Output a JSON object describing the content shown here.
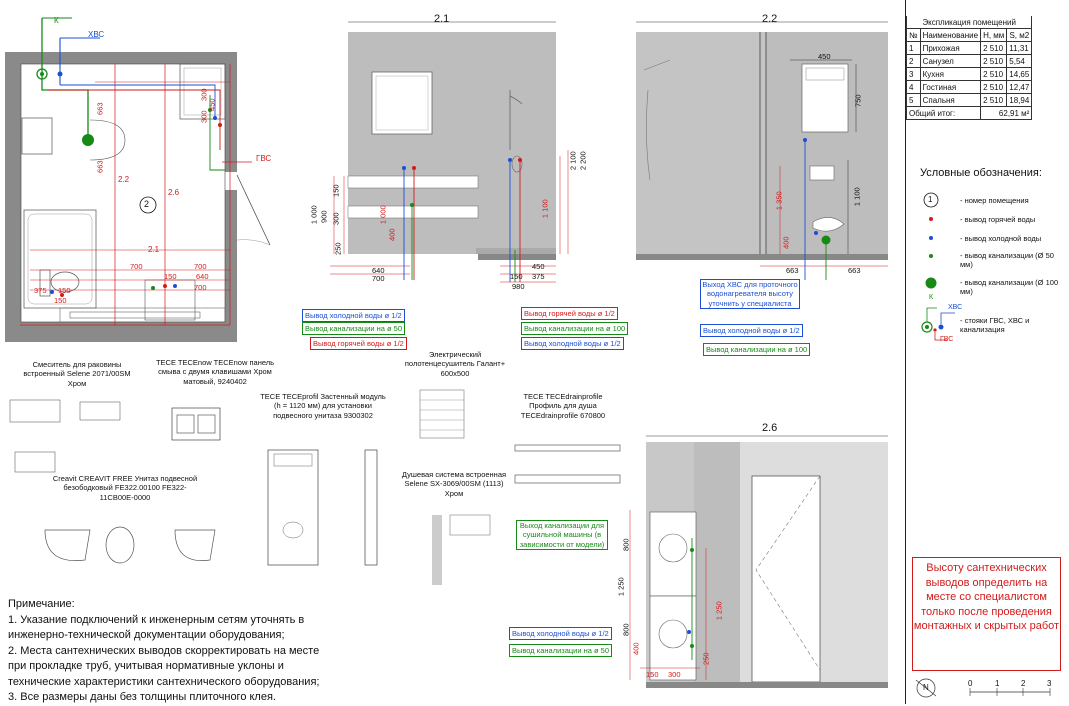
{
  "plan": {
    "labels": {
      "k": "К",
      "hvs": "ХВС",
      "gvs": "ГВС",
      "room_number": "2",
      "view_22": "2.2",
      "view_26": "2.6",
      "view_21": "2.1",
      "dims": [
        "663",
        "663",
        "300",
        "300",
        "450",
        "700",
        "700",
        "640",
        "150",
        "700",
        "375",
        "150",
        "150"
      ]
    }
  },
  "views": {
    "v21": {
      "title": "2.1",
      "dims": [
        "1 000",
        "900",
        "300",
        "150",
        "250",
        "400",
        "1 000",
        "1 100",
        "2 100",
        "2 200",
        "640",
        "700",
        "450",
        "375",
        "150",
        "980"
      ],
      "labels": {
        "cold": "Вывод холодной воды ø 1/2",
        "sewer50": "Вывод канализации на ø 50",
        "hot_left": "Вывод горячей воды ø 1/2",
        "hot_right": "Вывод горячей воды ø 1/2",
        "sewer100": "Вывод канализации на ø 100",
        "cold_right": "Вывод холодной воды ø 1/2"
      }
    },
    "v22": {
      "title": "2.2",
      "dims": [
        "450",
        "750",
        "1 350",
        "1 100",
        "400",
        "663",
        "663"
      ],
      "heater_note": "Выход ХВС для проточного водонагревателя высоту уточнить у специалиста",
      "labels": {
        "cold": "Вывод холодной воды ø 1/2",
        "sewer100": "Вывод канализации на ø 100"
      }
    },
    "v26": {
      "title": "2.6",
      "dims": [
        "800",
        "1 250",
        "800",
        "1 250",
        "400",
        "250",
        "150",
        "300"
      ],
      "washer_note": "Выход канализации для сушильной машины (в зависимости от модели)",
      "labels": {
        "cold": "Вывод холодной воды ø 1/2",
        "sewer50": "Вывод канализации на ø 50"
      }
    }
  },
  "equipment": [
    {
      "id": "mixer",
      "text": "Смеситель для раковины встроенный Selene 2071/00SM Хром"
    },
    {
      "id": "panel",
      "text": "TECE TECEnow TECEnow панель смыва с двумя клавишами Хром матовый, 9240402"
    },
    {
      "id": "module",
      "text": "TECE TECEprofil Застенный модуль (h = 1120 мм) для установки подвесного унитаза 9300302"
    },
    {
      "id": "towel",
      "text": "Электрический полотенцесушитель Галант+ 600x500"
    },
    {
      "id": "profile",
      "text": "TECE TECEdrainprofile Профиль для душа TECEdrainprofile 670800"
    },
    {
      "id": "toilet",
      "text": "Creavit CREAVIT FREE Унитаз подвесной безободковый FE322.00100 FE322-11CB00E-0000"
    },
    {
      "id": "shower",
      "text": "Душевая система встроенная Selene SX-3069/00SM (1113) Хром"
    }
  ],
  "notes": {
    "title": "Примечание:",
    "items": [
      "1. Указание подключений к инженерным сетям уточнять в",
      "инженерно-технической документации оборудования;",
      "2. Места сантехнических выводов скорректировать на месте",
      "при прокладке труб, учитывая нормативные уклоны и",
      "технические характеристики сантехнического оборудования;",
      "3. Все размеры даны без толщины плиточного клея."
    ]
  },
  "explication": {
    "title": "Экспликация помещений",
    "headers": [
      "№",
      "Наименование",
      "H, мм",
      "S, м2"
    ],
    "rows": [
      [
        "1",
        "Прихожая",
        "2 510",
        "11,31"
      ],
      [
        "2",
        "Санузел",
        "2 510",
        "5,54"
      ],
      [
        "3",
        "Кухня",
        "2 510",
        "14,65"
      ],
      [
        "4",
        "Гостиная",
        "2 510",
        "12,47"
      ],
      [
        "5",
        "Спальня",
        "2 510",
        "18,94"
      ]
    ],
    "total_label": "Общий итог:",
    "total_value": "62,91 м²"
  },
  "legend": {
    "title": "Условные обозначения:",
    "items": [
      {
        "symbol": "1",
        "text": "- номер помещения"
      },
      {
        "symbol": "dot-red",
        "text": "- вывод горячей воды"
      },
      {
        "symbol": "dot-blue",
        "text": "- вывод холодной воды"
      },
      {
        "symbol": "dot-green",
        "text": "- вывод канализации (Ø 50 мм)"
      },
      {
        "symbol": "dot-green-big",
        "text": "- вывод канализации (Ø 100 мм)"
      },
      {
        "symbol": "risers",
        "text": "- стояки ГВС, ХВС и канализация"
      }
    ],
    "riser_labels": {
      "k": "К",
      "hvs": "ХВС",
      "gvs": "ГВС"
    }
  },
  "warning": "Высоту сантехнических выводов определить на месте со специалистом только после проведения монтажных и скрытых работ",
  "scale": {
    "ticks": [
      "0",
      "1",
      "2",
      "3"
    ],
    "north": "N"
  },
  "colors": {
    "hot": "#d21b1b",
    "cold": "#1a4fd6",
    "sewer": "#168a16",
    "wall": "#777777"
  }
}
